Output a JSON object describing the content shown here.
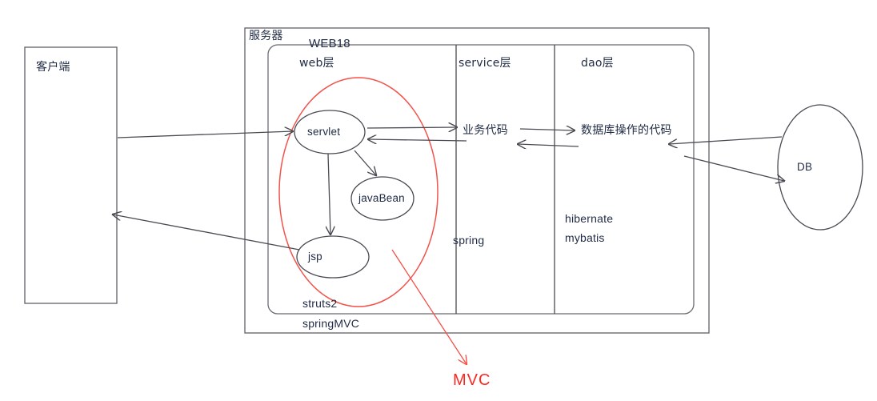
{
  "diagram": {
    "title_text_visible": false,
    "colors": {
      "stroke": "#4a4a52",
      "stroke_light": "#6b6b72",
      "text": "#1f2a44",
      "accent_red": "#f4524a",
      "mvc_red": "#fa2a22",
      "background": "#ffffff"
    },
    "client": {
      "label": "客户端"
    },
    "server": {
      "label": "服务器",
      "inner_label": "WEB18",
      "columns": [
        {
          "label": "web层"
        },
        {
          "label": "service层"
        },
        {
          "label": "dao层"
        }
      ]
    },
    "web_layer": {
      "nodes": [
        {
          "label": "servlet"
        },
        {
          "label": "javaBean"
        },
        {
          "label": "jsp"
        }
      ],
      "frameworks": [
        "struts2",
        "springMVC"
      ]
    },
    "service_layer": {
      "node": "业务代码",
      "frameworks": [
        "spring"
      ]
    },
    "dao_layer": {
      "node": "数据库操作的代码",
      "frameworks": [
        "hibernate",
        "mybatis"
      ]
    },
    "database": {
      "label": "DB"
    },
    "annotation": {
      "label": "MVC"
    }
  }
}
